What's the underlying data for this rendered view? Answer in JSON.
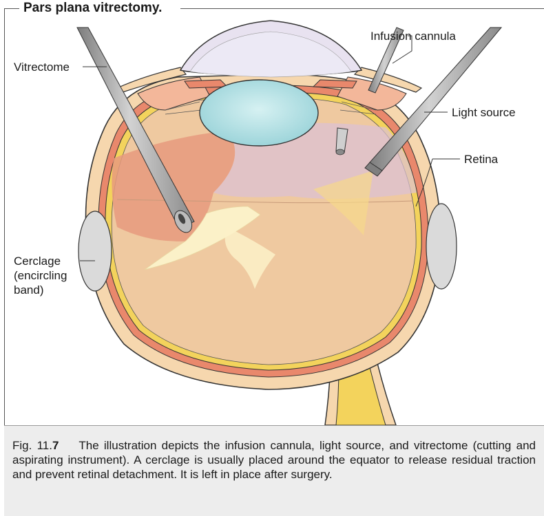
{
  "title": "Pars plana vitrectomy.",
  "labels": {
    "infusion_cannula": "Infusion cannula",
    "vitrectome": "Vitrectome",
    "light_source": "Light source",
    "retina": "Retina",
    "cerclage_line1": "Cerclage",
    "cerclage_line2": "(encircling",
    "cerclage_line3": "band)"
  },
  "caption": {
    "fig_prefix": "Fig. 11.",
    "fig_number": "7",
    "text": "The illustration depicts the infusion cannula, light source, and vitrectome (cutting and aspirating instrument). A cerclage is usually placed around the equator to release residual traction and prevent retinal detachment. It is left in place after surgery."
  },
  "colors": {
    "sclera": "#f6d7ae",
    "choroid": "#e9886c",
    "retina_layer": "#f3d35c",
    "vitreous": "#efc9a0",
    "lens": "#b9e3e6",
    "cornea": "#e8e2f0",
    "instrument": "#a9a9a9",
    "cerclage": "#dadada"
  }
}
